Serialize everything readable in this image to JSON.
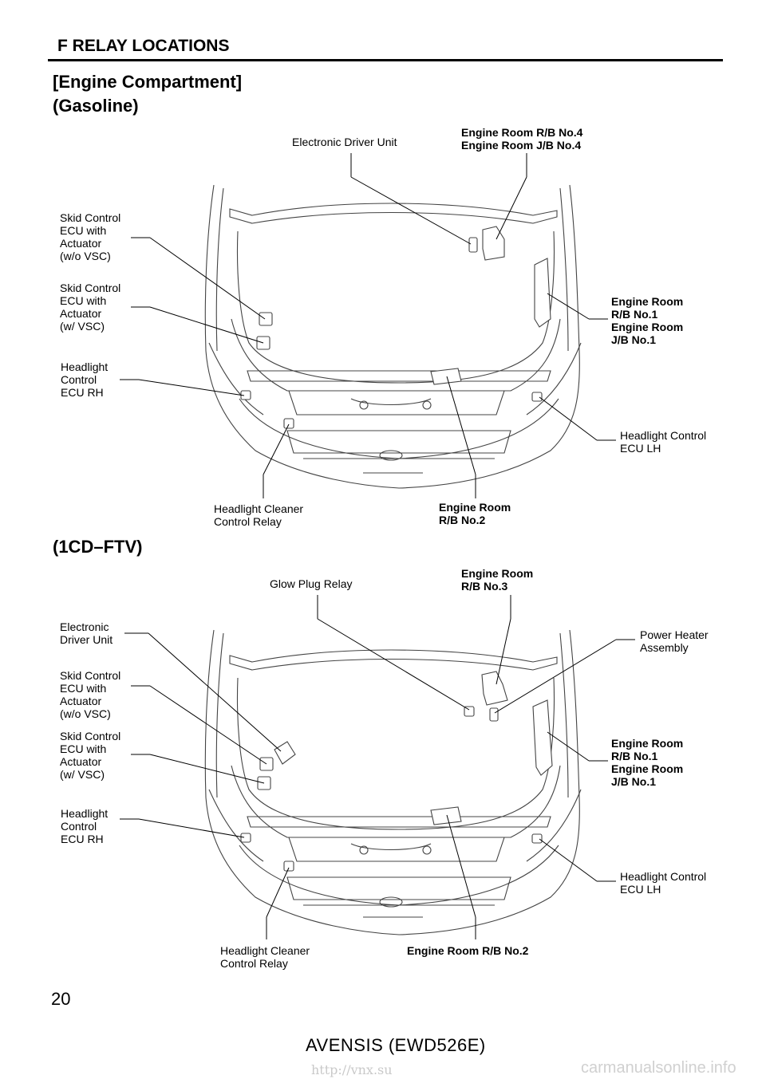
{
  "header": {
    "section_title": "F  RELAY LOCATIONS"
  },
  "page_title": "[Engine Compartment]",
  "gasoline": {
    "subtitle": "(Gasoline)",
    "labels": {
      "electronic_driver_unit": "Electronic Driver Unit",
      "er_rb4": "Engine Room R/B No.4\nEngine Room J/B No.4",
      "skid_wo_vsc": "Skid Control\nECU with\nActuator\n(w/o VSC)",
      "skid_w_vsc": "Skid Control\nECU with\nActuator\n(w/ VSC)",
      "headlight_rh": "Headlight\nControl\nECU RH",
      "er_rb1": "Engine Room\nR/B No.1\nEngine Room\nJ/B No.1",
      "headlight_lh": "Headlight Control\nECU LH",
      "cleaner_relay": "Headlight Cleaner\nControl Relay",
      "er_rb2": "Engine Room\nR/B No.2"
    }
  },
  "diesel": {
    "subtitle": "(1CD–FTV)",
    "labels": {
      "glow_plug": "Glow Plug Relay",
      "er_rb3": "Engine Room\nR/B No.3",
      "electronic_driver_unit": "Electronic\nDriver Unit",
      "power_heater": "Power Heater\nAssembly",
      "skid_wo_vsc": "Skid Control\nECU with\nActuator\n(w/o VSC)",
      "skid_w_vsc": "Skid Control\nECU with\nActuator\n(w/ VSC)",
      "er_rb1": "Engine Room\nR/B No.1\nEngine Room\nJ/B No.1",
      "headlight_rh": "Headlight\nControl\nECU RH",
      "headlight_lh": "Headlight Control\nECU LH",
      "cleaner_relay": "Headlight Cleaner\nControl Relay",
      "er_rb2": "Engine Room R/B No.2"
    }
  },
  "footer": {
    "page_number": "20",
    "model": "AVENSIS (EWD526E)",
    "watermark_left": "http://vnx.su",
    "watermark_right": "carmanualsonline.info"
  }
}
